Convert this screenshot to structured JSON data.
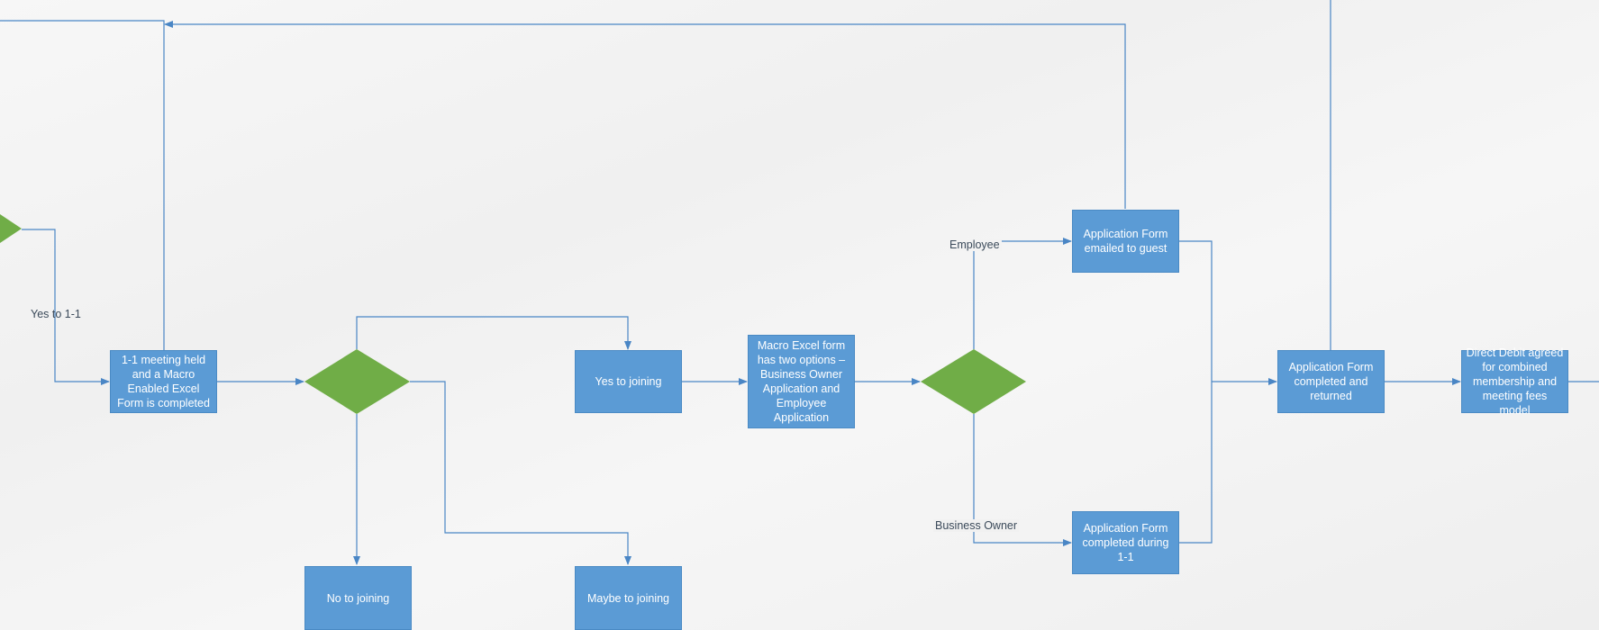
{
  "nodes": {
    "meeting_held": "1-1 meeting held and a Macro Enabled Excel Form is completed",
    "yes_joining": "Yes to joining",
    "no_joining": "No to joining",
    "maybe_joining": "Maybe to joining",
    "macro_excel": "Macro Excel form has two options – Business Owner Application and Employee Application",
    "app_emailed": "Application Form emailed to guest",
    "app_during": "Application Form completed during 1-1",
    "app_returned": "Application Form completed and returned",
    "direct_debit": "Direct Debit agreed for combined membership and meeting fees model"
  },
  "labels": {
    "yes_to_1_1": "Yes to 1-1",
    "employee": "Employee",
    "business_owner": "Business Owner"
  },
  "colors": {
    "process_box": "#5b9bd5",
    "decision": "#70ad47",
    "connector": "#4a86c5"
  }
}
